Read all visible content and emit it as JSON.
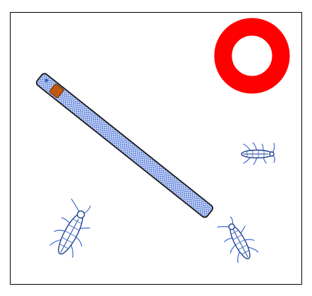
{
  "scene": {
    "frame_border_color": "#000000",
    "colors": {
      "wand_fill": "#5b7fd9",
      "wand_outline": "#1a1a1a",
      "wand_gem": "#c0580d",
      "wand_light_grid": "#ffffff",
      "ring": "#ff0000",
      "bug_outline": "#1f3f8f",
      "bug_legs": "#3b6ad1"
    },
    "items": [
      {
        "name": "magic-wand",
        "icon": "blue-checkered-wand-icon"
      },
      {
        "name": "red-ring",
        "icon": "red-donut-ring-icon"
      },
      {
        "name": "cockroach-top-right",
        "icon": "cockroach-icon"
      },
      {
        "name": "cockroach-bottom-left",
        "icon": "cockroach-icon"
      },
      {
        "name": "cockroach-bottom-right",
        "icon": "cockroach-icon"
      }
    ]
  }
}
